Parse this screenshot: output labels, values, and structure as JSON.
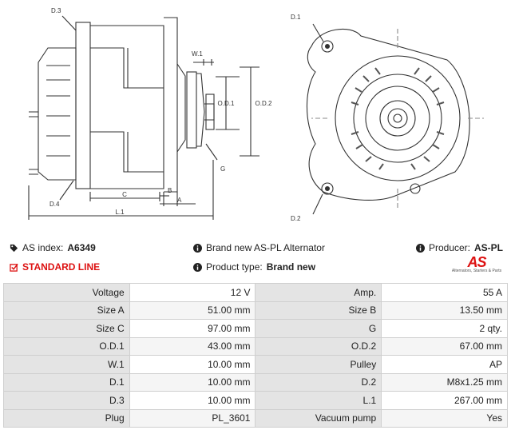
{
  "drawing": {
    "side_labels": {
      "d3": "D.3",
      "w1": "W.1",
      "od1": "O.D.1",
      "od2": "O.D.2",
      "g": "G",
      "d4": "D.4",
      "c": "C",
      "b": "B",
      "a": "A",
      "l1": "L.1"
    },
    "front_labels": {
      "d1": "D.1",
      "d2": "D.2"
    }
  },
  "info": {
    "as_index_label": "AS index:",
    "as_index_value": "A6349",
    "description": "Brand new AS-PL Alternator",
    "producer_label": "Producer:",
    "producer_value": "AS-PL",
    "line_label": "STANDARD LINE",
    "product_type_label": "Product type:",
    "product_type_value": "Brand new",
    "logo_text": "AS",
    "logo_subtitle": "Alternators, Starters & Parts"
  },
  "specs": [
    {
      "l1": "Voltage",
      "v1": "12 V",
      "l2": "Amp.",
      "v2": "55 A"
    },
    {
      "l1": "Size A",
      "v1": "51.00 mm",
      "l2": "Size B",
      "v2": "13.50 mm"
    },
    {
      "l1": "Size C",
      "v1": "97.00 mm",
      "l2": "G",
      "v2": "2 qty."
    },
    {
      "l1": "O.D.1",
      "v1": "43.00 mm",
      "l2": "O.D.2",
      "v2": "67.00 mm"
    },
    {
      "l1": "W.1",
      "v1": "10.00 mm",
      "l2": "Pulley",
      "v2": "AP"
    },
    {
      "l1": "D.1",
      "v1": "10.00 mm",
      "l2": "D.2",
      "v2": "M8x1.25 mm"
    },
    {
      "l1": "D.3",
      "v1": "10.00 mm",
      "l2": "L.1",
      "v2": "267.00 mm"
    },
    {
      "l1": "Plug",
      "v1": "PL_3601",
      "l2": "Vacuum pump",
      "v2": "Yes"
    }
  ],
  "colors": {
    "accent_red": "#dd1111",
    "label_bg": "#e4e4e4",
    "border": "#cfcfcf"
  }
}
